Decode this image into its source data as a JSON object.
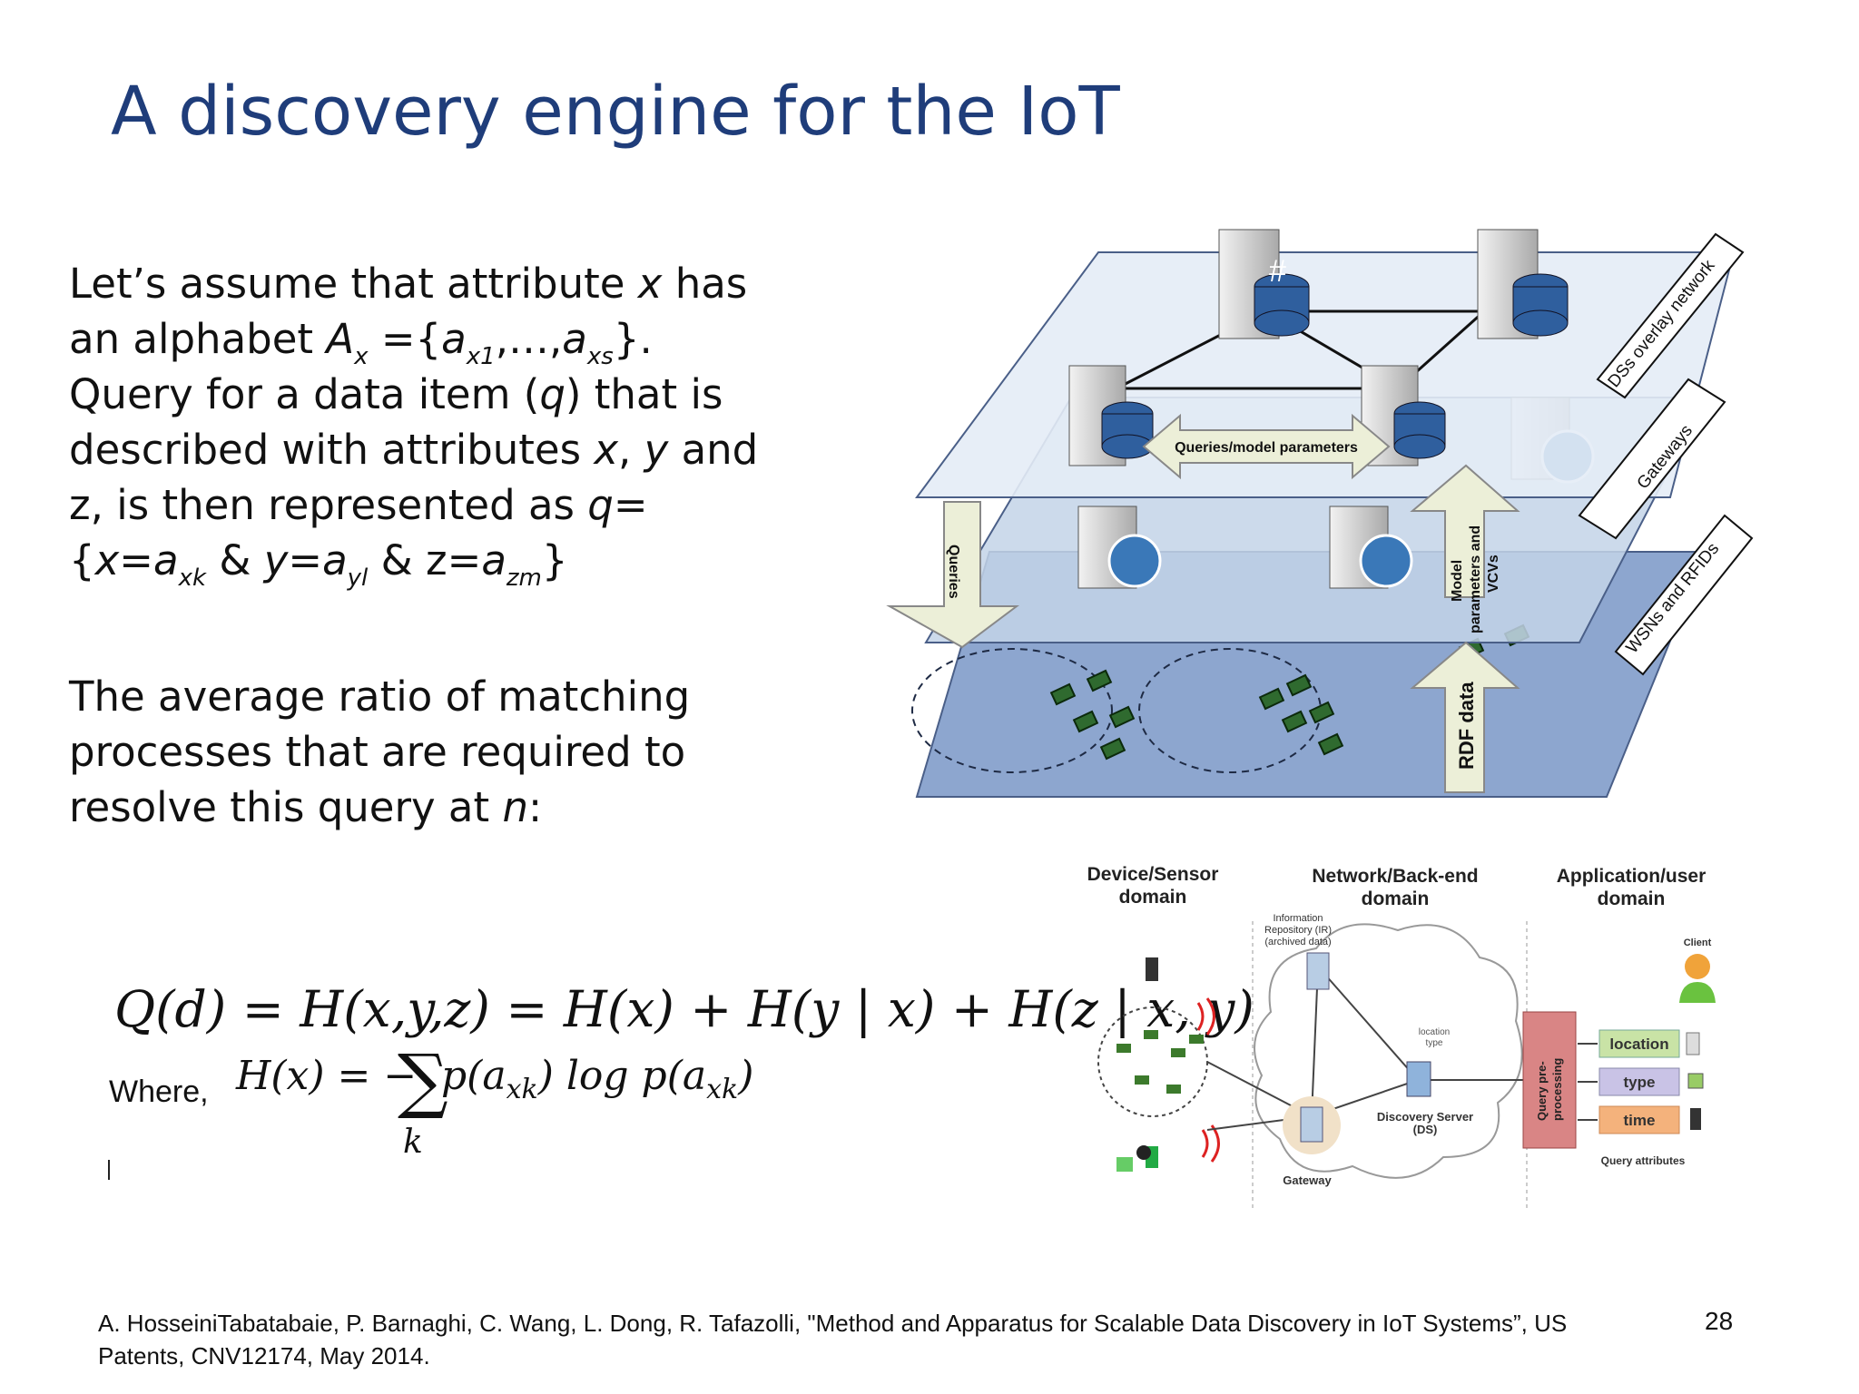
{
  "slide": {
    "title": "A discovery engine for the IoT",
    "page_number": "28",
    "paragraph1": {
      "t1": "Let’s assume that attribute ",
      "x": "x",
      "t2": " has an alphabet ",
      "A": "A",
      "A_sub": "x",
      "t3": " ={",
      "a1": "a",
      "a1_sub": "x1",
      "t4": ",…,",
      "a2": "a",
      "a2_sub": "xs",
      "t5": "}. Query for a data item (",
      "q": "q",
      "t6": ") that is described with attributes ",
      "x2": "x",
      "t7": ", ",
      "y": "y",
      "t8": " and z, is then represented as ",
      "q2": "q",
      "t9": "={",
      "x3": "x",
      "t10": "=",
      "a3": "a",
      "a3_sub": "xk",
      "t11": " & ",
      "y2": "y",
      "t12": "=",
      "a4": "a",
      "a4_sub": "yl",
      "t13": " & z=",
      "a5": "a",
      "a5_sub": "zm",
      "t14": "}"
    },
    "paragraph2": {
      "t1": "The average ratio of matching processes that are required to resolve this query at ",
      "n": "n",
      "t2": ":"
    },
    "formula": {
      "main": "Q(d) = H(x,y,z) = H(x) + H(y | x) + H(z | x, y)",
      "where": "Where,",
      "hx": "H(x) = −",
      "sigma": "∑",
      "sigma_sub": "k",
      "rest1": "p(a",
      "rest1_sub": "xk",
      "rest2": ") log p(a",
      "rest2_sub": "xk",
      "rest3": ")"
    },
    "footnote": "A. HosseiniTabatabaie, P. Barnaghi, C. Wang, L. Dong, R. Tafazolli, \"Method and Apparatus for Scalable Data Discovery in IoT Systems”, US Patents, CNV12174, May 2014."
  },
  "figure_layers": {
    "labels": {
      "overlay": "DSs overlay network",
      "gateways": "Gateways",
      "wsn": "WSNs and RFIDs",
      "queries_model": "Queries/model parameters",
      "queries": "Queries",
      "model_line1": "Model",
      "model_line2": "parameters and",
      "model_line3": "VCVs",
      "rdf": "RDF data",
      "hash": "#"
    },
    "colors": {
      "top_plane": "#e4ecf6",
      "mid_plane": "#c3d3e8",
      "bottom_plane": "#8da6cf",
      "arrow_fill": "#ecefd8",
      "db_blue": "#2f5f9e"
    }
  },
  "figure_arch": {
    "labels": {
      "device_domain_l1": "Device/Sensor",
      "device_domain_l2": "domain",
      "network_domain_l1": "Network/Back-end",
      "network_domain_l2": "domain",
      "app_domain_l1": "Application/user",
      "app_domain_l2": "domain",
      "info_repo_l1": "Information",
      "info_repo_l2": "Repository (IR)",
      "info_repo_l3": "(archived data)",
      "location_type_l1": "location",
      "location_type_l2": "type",
      "discovery_l1": "Discovery Server",
      "discovery_l2": "(DS)",
      "gateway": "Gateway",
      "client": "Client",
      "query_pre_l1": "Query pre-",
      "query_pre_l2": "processing",
      "attr_location": "location",
      "attr_type": "type",
      "attr_time": "time",
      "query_attributes": "Query attributes"
    },
    "colors": {
      "location_box": "#c9e3a6",
      "type_box": "#c9c3e6",
      "time_box": "#f4b27c",
      "query_pre_box": "#d98585"
    }
  }
}
